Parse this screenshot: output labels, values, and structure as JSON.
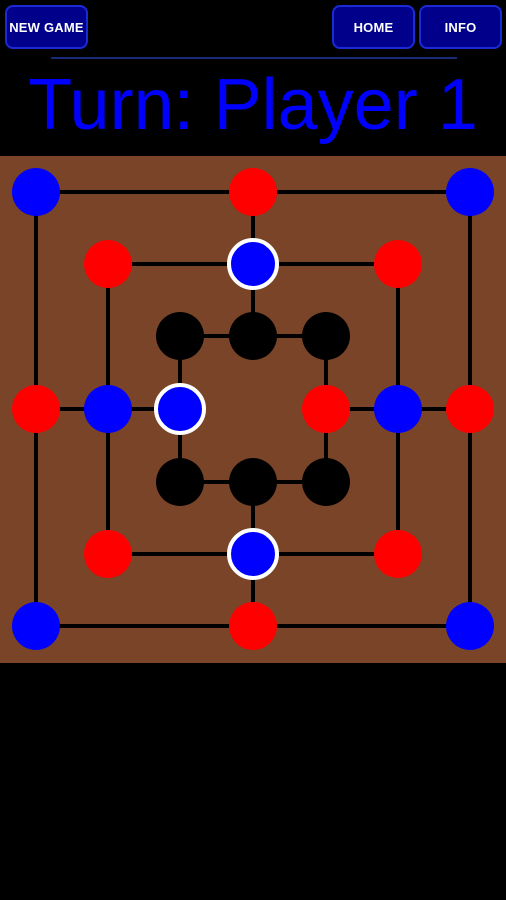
{
  "header": {
    "new_game_label": "NEW GAME",
    "home_label": "HOME",
    "info_label": "INFO"
  },
  "status": {
    "turn_text": "Turn: Player 1"
  },
  "colors": {
    "board": "#7a4428",
    "line": "#000000",
    "player1": "#0000ff",
    "player2": "#ff0000",
    "empty": "#000000",
    "highlight": "#ffffff",
    "turn_text": "#0000ff",
    "button_bg": "#00008b",
    "button_border": "#1a2bd6"
  },
  "board": {
    "rings": 3,
    "points": [
      {
        "ring": "outer",
        "pos": "top-left",
        "piece": "blue",
        "highlight": false
      },
      {
        "ring": "outer",
        "pos": "top",
        "piece": "red",
        "highlight": false
      },
      {
        "ring": "outer",
        "pos": "top-right",
        "piece": "blue",
        "highlight": false
      },
      {
        "ring": "outer",
        "pos": "right",
        "piece": "red",
        "highlight": false
      },
      {
        "ring": "outer",
        "pos": "bottom-right",
        "piece": "blue",
        "highlight": false
      },
      {
        "ring": "outer",
        "pos": "bottom",
        "piece": "red",
        "highlight": false
      },
      {
        "ring": "outer",
        "pos": "bottom-left",
        "piece": "blue",
        "highlight": false
      },
      {
        "ring": "outer",
        "pos": "left",
        "piece": "red",
        "highlight": false
      },
      {
        "ring": "middle",
        "pos": "top-left",
        "piece": "red",
        "highlight": false
      },
      {
        "ring": "middle",
        "pos": "top",
        "piece": "blue",
        "highlight": true
      },
      {
        "ring": "middle",
        "pos": "top-right",
        "piece": "red",
        "highlight": false
      },
      {
        "ring": "middle",
        "pos": "right",
        "piece": "blue",
        "highlight": false
      },
      {
        "ring": "middle",
        "pos": "bottom-right",
        "piece": "red",
        "highlight": false
      },
      {
        "ring": "middle",
        "pos": "bottom",
        "piece": "blue",
        "highlight": true
      },
      {
        "ring": "middle",
        "pos": "bottom-left",
        "piece": "red",
        "highlight": false
      },
      {
        "ring": "middle",
        "pos": "left",
        "piece": "blue",
        "highlight": false
      },
      {
        "ring": "inner",
        "pos": "top-left",
        "piece": "empty",
        "highlight": false
      },
      {
        "ring": "inner",
        "pos": "top",
        "piece": "empty",
        "highlight": false
      },
      {
        "ring": "inner",
        "pos": "top-right",
        "piece": "empty",
        "highlight": false
      },
      {
        "ring": "inner",
        "pos": "right",
        "piece": "red",
        "highlight": false
      },
      {
        "ring": "inner",
        "pos": "bottom-right",
        "piece": "empty",
        "highlight": false
      },
      {
        "ring": "inner",
        "pos": "bottom",
        "piece": "empty",
        "highlight": false
      },
      {
        "ring": "inner",
        "pos": "bottom-left",
        "piece": "empty",
        "highlight": false
      },
      {
        "ring": "inner",
        "pos": "left",
        "piece": "blue",
        "highlight": true
      }
    ]
  }
}
